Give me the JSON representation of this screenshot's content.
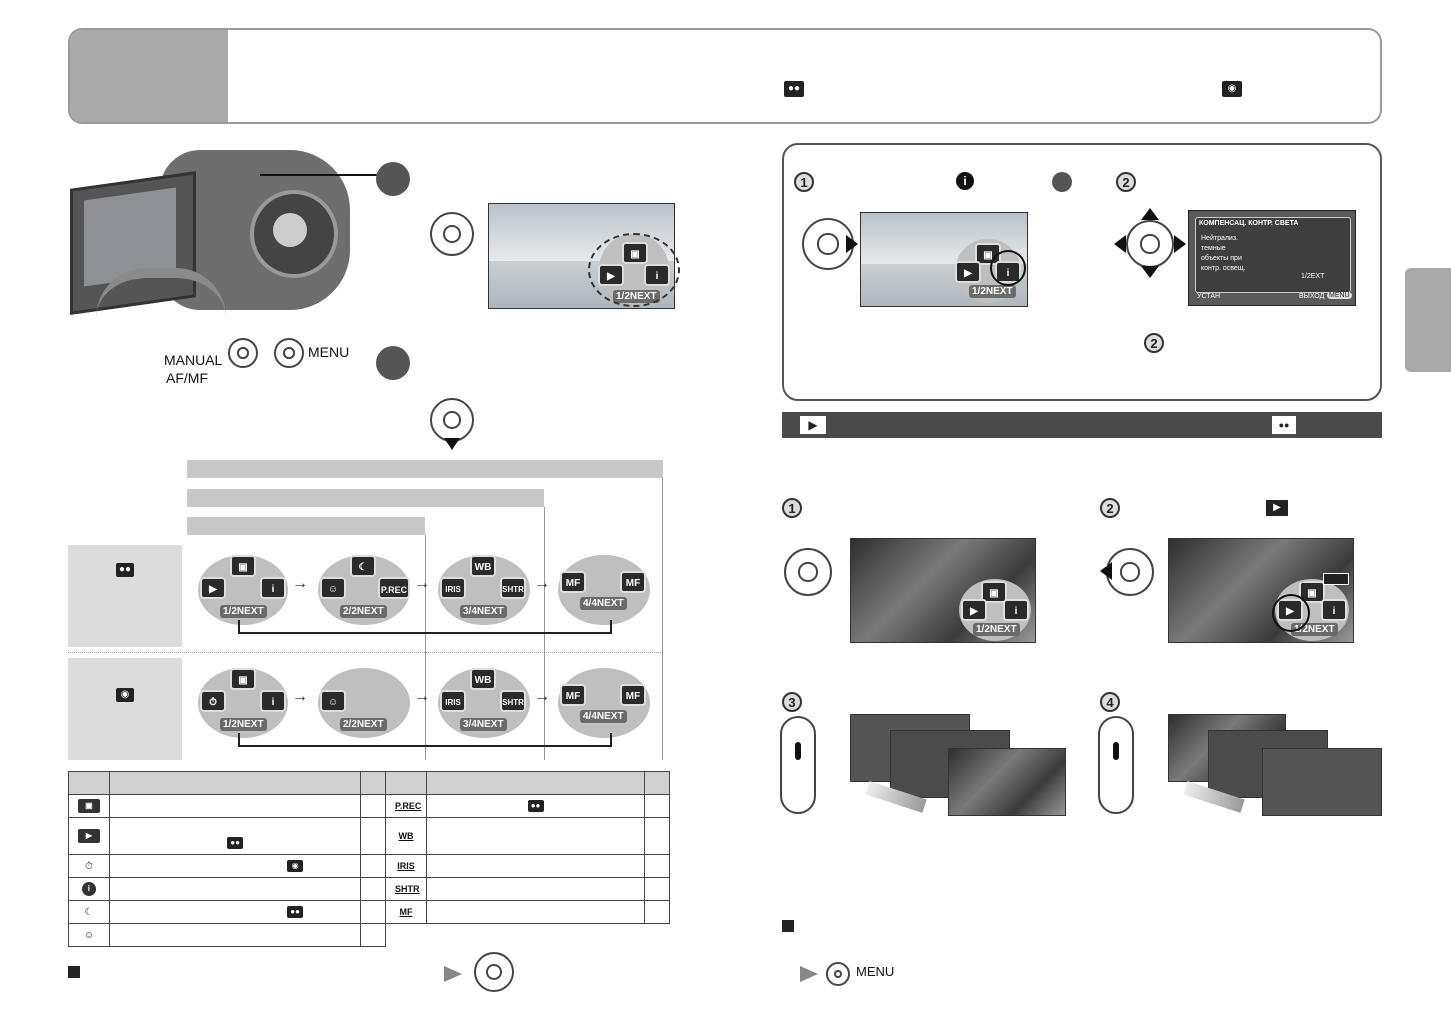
{
  "labels": {
    "manual": "MANUAL",
    "afmf": "AF/MF",
    "menu": "MENU",
    "menu_bottom": "MENU"
  },
  "lcd_menu": {
    "page1": "1/2NEXT",
    "page2": "2/2NEXT",
    "page3": "3/4NEXT",
    "page4": "4/4NEXT",
    "prec": "P.REC",
    "iris": "IRIS",
    "shtr": "SHTR",
    "wb": "WB",
    "mf": "MF",
    "page_short": "1/2EXT"
  },
  "info_screen": {
    "title": "КОМПЕНСАЦ. КОНТР. СВЕТА",
    "line1": "Нейтрализ.",
    "line2": "темные",
    "line3": "объекты при",
    "line4": "контр. освещ.",
    "set": "УСТАН",
    "exit": "ВЫХОД",
    "exit_key": "MENU",
    "page": "1/2EXT"
  },
  "steps": {
    "n1": "1",
    "n2": "2",
    "n3": "3",
    "n4": "4"
  },
  "colors": {
    "banner_tab": "#a9a9a9",
    "band_dark": "#4a4a4a",
    "band_light": "#c8c8c8"
  }
}
